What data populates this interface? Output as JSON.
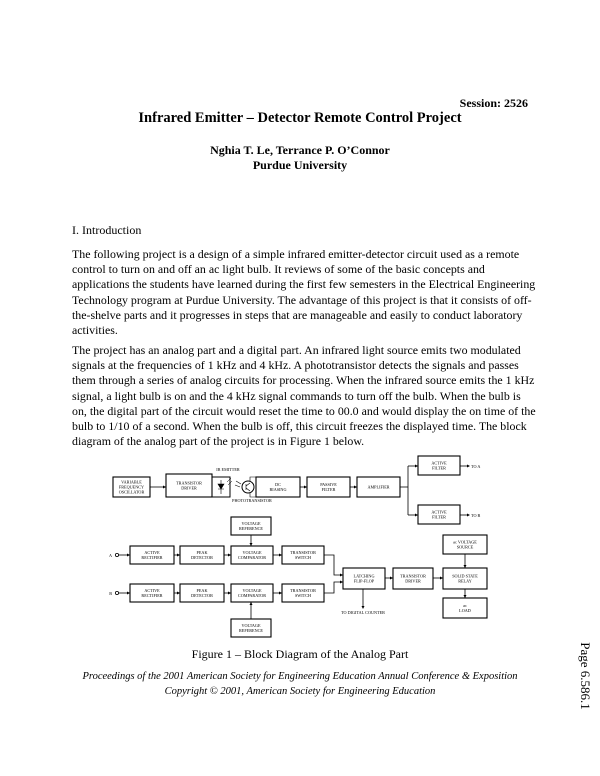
{
  "session": "Session: 2526",
  "title": "Infrared Emitter – Detector Remote Control Project",
  "authors": "Nghia T. Le, Terrance P. O’Connor",
  "university": "Purdue University",
  "section_heading": "I. Introduction",
  "paragraphs": [
    [
      "The following project is a design of a simple infrared emitter-detector circuit used as a remote",
      "control to turn on and off an ac light bulb. It reviews of some of the basic concepts and",
      "applications the students have learned during the first few semesters in the Electrical Engineering",
      "Technology program at Purdue University. The advantage of this project is that it consists of off-",
      "the-shelve parts and it progresses in steps that are manageable and easily to conduct laboratory",
      "activities."
    ],
    [
      "The project has an analog part and a digital part. An infrared light source emits two modulated",
      "signals at the frequencies of 1 kHz and 4 kHz. A phototransistor detects the signals and passes",
      "them through a series of analog circuits for processing. When the infrared source emits the 1 kHz",
      "signal, a light bulb is on and the 4 kHz signal commands to turn off the bulb. When the bulb is",
      "on, the digital part of the circuit would reset the time to 00.0 and would display the on time of the",
      "bulb to 1/10 of a second. When the bulb is off, this circuit freezes the displayed time. The block",
      "diagram of the analog part of the project is in Figure 1 below."
    ]
  ],
  "figure": {
    "caption": "Figure 1 – Block Diagram of the Analog Part",
    "blocks": {
      "vfo": [
        "VARIABLE",
        "FREQUENCY",
        "OSCILLATOR"
      ],
      "tdriver1": [
        "TRANSISTOR",
        "DRIVER"
      ],
      "dcbias": [
        "DC",
        "BIASING"
      ],
      "passive": [
        "PASSIVE",
        "FILTER"
      ],
      "amp": [
        "AMPLIFIER"
      ],
      "afA": [
        "ACTIVE",
        "FILTER"
      ],
      "afB": [
        "ACTIVE",
        "FILTER"
      ],
      "vrefTop": [
        "VOLTAGE",
        "REFERENCE"
      ],
      "rectA": [
        "ACTIVE",
        "RECTIFIER"
      ],
      "peakA": [
        "PEAK",
        "DETECTOR"
      ],
      "compA": [
        "VOLTAGE",
        "COMPARATOR"
      ],
      "swA": [
        "TRANSISTOR",
        "SWITCH"
      ],
      "rectB": [
        "ACTIVE",
        "RECTIFIER"
      ],
      "peakB": [
        "PEAK",
        "DETECTOR"
      ],
      "compB": [
        "VOLTAGE",
        "COMPARATOR"
      ],
      "swB": [
        "TRANSISTOR",
        "SWITCH"
      ],
      "vrefBot": [
        "VOLTAGE",
        "REFERENCE"
      ],
      "latch": [
        "LATCHING",
        "FLIP-FLOP"
      ],
      "tdriver2": [
        "TRANSISTOR",
        "DRIVER"
      ],
      "relay": [
        "SOLID STATE",
        "RELAY"
      ],
      "acsrc": [
        "ac VOLTAGE",
        "SOURCE"
      ],
      "load": [
        "ac",
        "LOAD"
      ]
    },
    "labels": {
      "ir_emitter": "IR EMITTER",
      "phototransistor": "PHOTOTRANSISTOR",
      "to_a": "TO A",
      "to_b": "TO B",
      "in_a": "A",
      "in_b": "B",
      "to_counter": "TO DIGITAL COUNTER"
    }
  },
  "footer": {
    "line1": "Proceedings of the 2001 American Society for Engineering Education Annual Conference & Exposition",
    "line2": "Copyright © 2001, American Society for Engineering Education"
  },
  "page_number": "Page 6.586.1"
}
